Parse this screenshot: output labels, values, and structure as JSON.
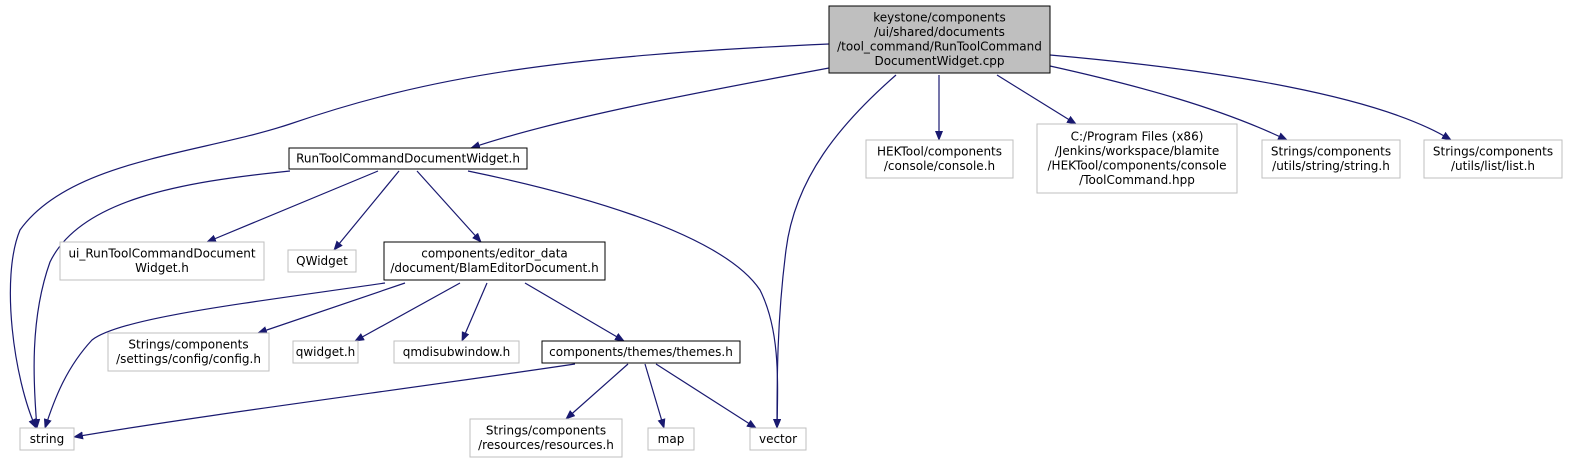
{
  "colors": {
    "edge": "#191970",
    "root_fill": "#bfbfbf",
    "root_border": "#000000",
    "documented_border": "#000000",
    "external_border": "#bfbfbf",
    "node_fill": "#ffffff"
  },
  "nodes": [
    {
      "id": "root",
      "kind": "root",
      "lines": [
        "keystone/components",
        "/ui/shared/documents",
        "/tool_command/RunToolCommand",
        "DocumentWidget.cpp"
      ]
    },
    {
      "id": "rtcdw_h",
      "kind": "documented",
      "lines": [
        "RunToolCommandDocumentWidget.h"
      ]
    },
    {
      "id": "console_h",
      "kind": "external",
      "lines": [
        "HEKTool/components",
        "/console/console.h"
      ]
    },
    {
      "id": "toolcommand_hpp",
      "kind": "external",
      "lines": [
        "C:/Program Files (x86)",
        "/Jenkins/workspace/blamite",
        "/HEKTool/components/console",
        "/ToolCommand.hpp"
      ]
    },
    {
      "id": "string_h",
      "kind": "external",
      "lines": [
        "Strings/components",
        "/utils/string/string.h"
      ]
    },
    {
      "id": "list_h",
      "kind": "external",
      "lines": [
        "Strings/components",
        "/utils/list/list.h"
      ]
    },
    {
      "id": "ui_h",
      "kind": "external",
      "lines": [
        "ui_RunToolCommandDocument",
        "Widget.h"
      ]
    },
    {
      "id": "QWidget",
      "kind": "external",
      "lines": [
        "QWidget"
      ]
    },
    {
      "id": "blamdoc_h",
      "kind": "documented",
      "lines": [
        "components/editor_data",
        "/document/BlamEditorDocument.h"
      ]
    },
    {
      "id": "config_h",
      "kind": "external",
      "lines": [
        "Strings/components",
        "/settings/config/config.h"
      ]
    },
    {
      "id": "qwidget_h",
      "kind": "external",
      "lines": [
        "qwidget.h"
      ]
    },
    {
      "id": "qmdisubwindow_h",
      "kind": "external",
      "lines": [
        "qmdisubwindow.h"
      ]
    },
    {
      "id": "themes_h",
      "kind": "documented",
      "lines": [
        "components/themes/themes.h"
      ]
    },
    {
      "id": "string",
      "kind": "external",
      "lines": [
        "string"
      ]
    },
    {
      "id": "resources_h",
      "kind": "external",
      "lines": [
        "Strings/components",
        "/resources/resources.h"
      ]
    },
    {
      "id": "map",
      "kind": "external",
      "lines": [
        "map"
      ]
    },
    {
      "id": "vector",
      "kind": "external",
      "lines": [
        "vector"
      ]
    }
  ],
  "edges": [
    {
      "from": "root",
      "to": "string"
    },
    {
      "from": "root",
      "to": "rtcdw_h"
    },
    {
      "from": "root",
      "to": "vector"
    },
    {
      "from": "root",
      "to": "console_h"
    },
    {
      "from": "root",
      "to": "toolcommand_hpp"
    },
    {
      "from": "root",
      "to": "string_h"
    },
    {
      "from": "root",
      "to": "list_h"
    },
    {
      "from": "rtcdw_h",
      "to": "string"
    },
    {
      "from": "rtcdw_h",
      "to": "ui_h"
    },
    {
      "from": "rtcdw_h",
      "to": "QWidget"
    },
    {
      "from": "rtcdw_h",
      "to": "blamdoc_h"
    },
    {
      "from": "rtcdw_h",
      "to": "vector"
    },
    {
      "from": "blamdoc_h",
      "to": "string"
    },
    {
      "from": "blamdoc_h",
      "to": "config_h"
    },
    {
      "from": "blamdoc_h",
      "to": "qwidget_h"
    },
    {
      "from": "blamdoc_h",
      "to": "qmdisubwindow_h"
    },
    {
      "from": "blamdoc_h",
      "to": "themes_h"
    },
    {
      "from": "themes_h",
      "to": "string"
    },
    {
      "from": "themes_h",
      "to": "resources_h"
    },
    {
      "from": "themes_h",
      "to": "map"
    },
    {
      "from": "themes_h",
      "to": "vector"
    }
  ]
}
